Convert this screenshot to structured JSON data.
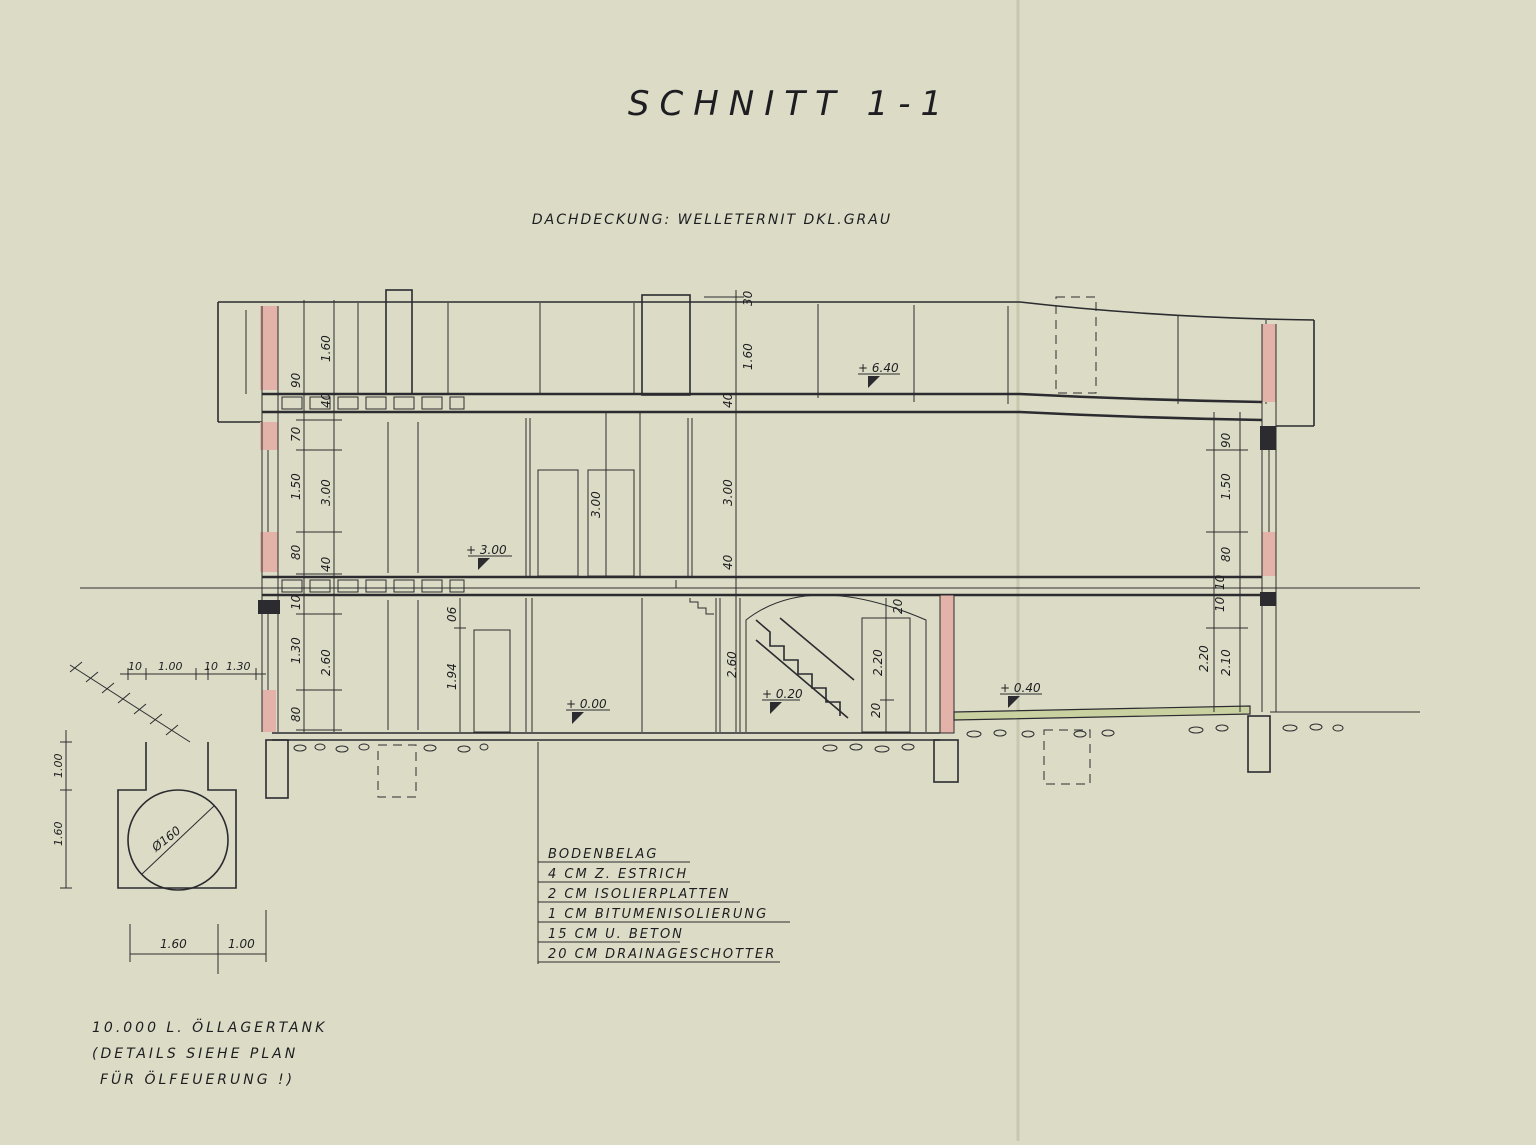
{
  "title": "SCHNITT 1-1",
  "roof_note": "DACHDECKUNG: WELLETERNIT DKL.GRAU",
  "levels": {
    "roof": "+ 6.40",
    "upper_floor": "+ 3.00",
    "ground_floor": "+ 0.00",
    "stair_landing": "+ 0.20",
    "terrace": "+ 0.40"
  },
  "dimensions": {
    "left_outer": [
      "90",
      "70",
      "1.50",
      "80",
      "10",
      "1.30",
      "80"
    ],
    "left_storey": [
      "1.60",
      "3.00",
      "2.60"
    ],
    "left_slab": [
      "40",
      "40"
    ],
    "center_top": "30",
    "center_vertical": [
      "1.60",
      "40",
      "3.00",
      "40"
    ],
    "door_upper": "3.00",
    "door_ground": "1.94",
    "door_ground_top": "06",
    "stair_height": "2.60",
    "stair_opening": [
      "20",
      "2.20",
      "20"
    ],
    "right_outer": [
      "90",
      "1.50",
      "80",
      "10",
      "10",
      "2.10"
    ],
    "right_storey": "2.20",
    "tank_plan_top": [
      "10",
      "1.00",
      "10",
      "1.30"
    ],
    "tank_left": [
      "1.00",
      "1.60"
    ],
    "tank_bottom": [
      "1.60",
      "1.00"
    ],
    "tank_diameter": "Ø160"
  },
  "floor_buildup": {
    "heading": "BODENBELAG",
    "layers": [
      "4 CM Z. ESTRICH",
      "2 CM ISOLIERPLATTEN",
      "1 CM BITUMENISOLIERUNG",
      "15 CM U. BETON",
      "20 CM DRAINAGESCHOTTER"
    ]
  },
  "tank_note": [
    "10.000 L. ÖLLAGERTANK",
    "(DETAILS SIEHE PLAN",
    "FÜR ÖLFEUERUNG !)"
  ],
  "colors": {
    "paper": "#dcdcc6",
    "ink": "#2b2b30",
    "brick": "#e3b3a9",
    "concrete": "#c9d1a1"
  }
}
